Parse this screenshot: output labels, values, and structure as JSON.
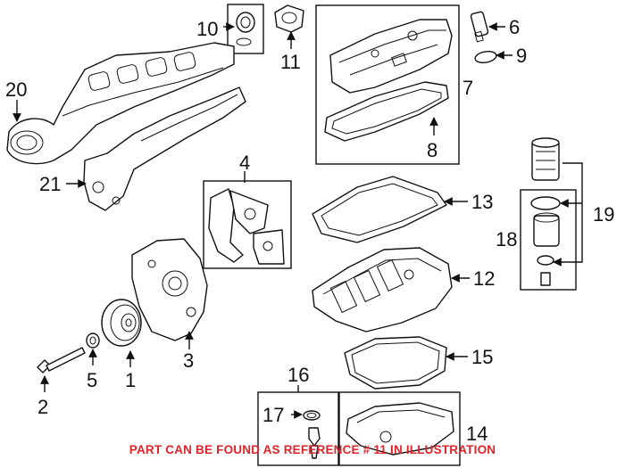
{
  "diagram": {
    "labels": {
      "l1": "1",
      "l2": "2",
      "l3": "3",
      "l4": "4",
      "l5": "5",
      "l6": "6",
      "l7": "7",
      "l8": "8",
      "l9": "9",
      "l10": "10",
      "l11": "11",
      "l12": "12",
      "l13": "13",
      "l14": "14",
      "l15": "15",
      "l16": "16",
      "l17": "17",
      "l18": "18",
      "l19": "19",
      "l20": "20",
      "l21": "21"
    },
    "caption": "PART CAN BE FOUND AS REFERENCE # 11 IN ILLUSTRATION",
    "caption_color": "#e0242a"
  }
}
